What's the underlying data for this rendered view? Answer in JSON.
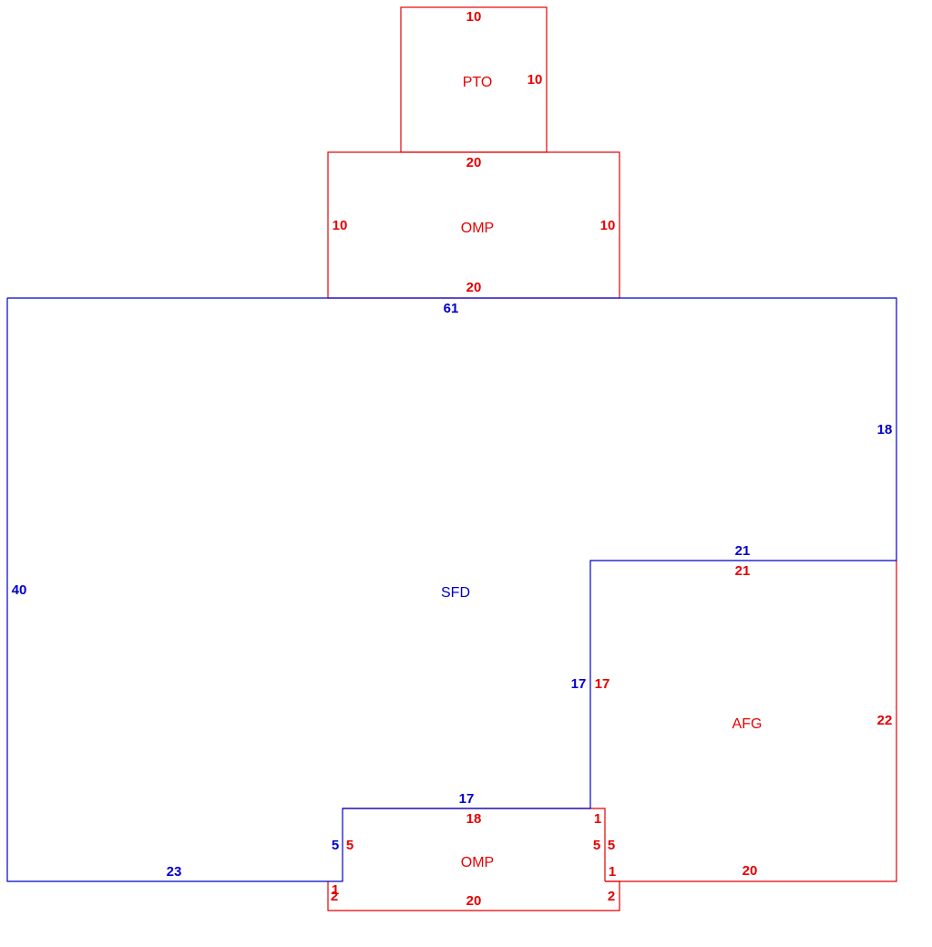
{
  "colors": {
    "main": "#0000cc",
    "addition": "#e60000"
  },
  "areas": {
    "sfd": {
      "label": "SFD",
      "dims": {
        "top": "61",
        "right": "18",
        "left": "40",
        "bottom": "23",
        "notch_top": "21",
        "notch_left": "17",
        "notch_bottom": "17",
        "notch_stub": "5"
      }
    },
    "pto": {
      "label": "PTO",
      "dims": {
        "top": "10",
        "right": "10"
      }
    },
    "omp_top": {
      "label": "OMP",
      "dims": {
        "top": "20",
        "left": "10",
        "right": "10",
        "bottom": "20"
      }
    },
    "afg": {
      "label": "AFG",
      "dims": {
        "top": "21",
        "left": "17",
        "right": "22",
        "bottom": "20"
      }
    },
    "omp_bottom": {
      "label": "OMP",
      "dims": {
        "top": "18",
        "left": "5",
        "right": "5",
        "bottom": "20",
        "left_step": "1",
        "left_lower": "2",
        "right_step_top": "1",
        "right_step": "1",
        "right_lower": "2"
      }
    }
  }
}
